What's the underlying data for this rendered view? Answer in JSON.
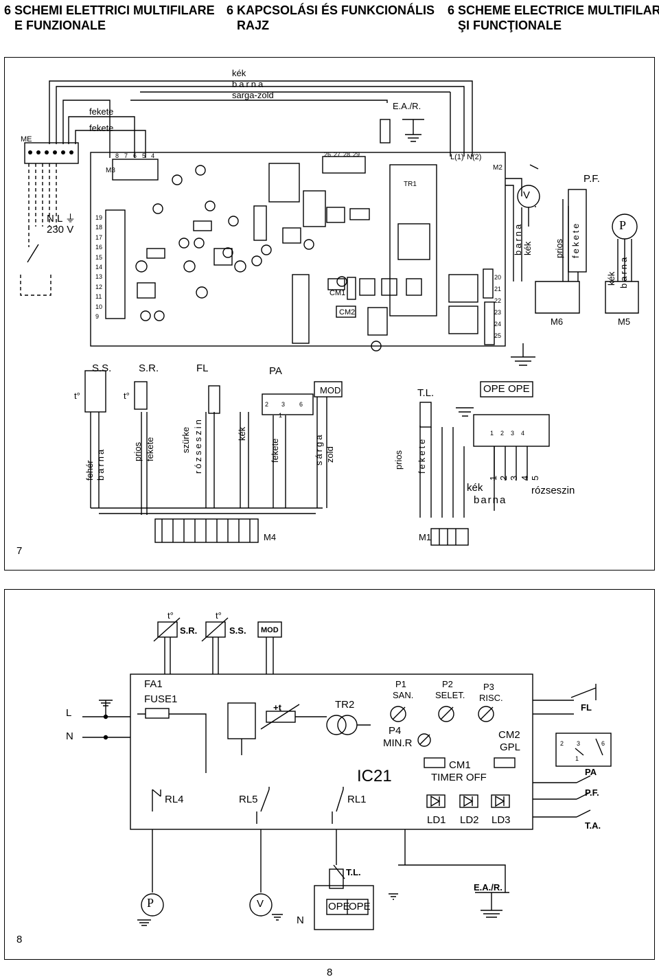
{
  "header": {
    "col1": "6 SCHEMI ELETTRICI MULTIFILARE\n   E FUNZIONALE",
    "col2": "6 KAPCSOLÁSI ÉS FUNKCIONÁLIS\n   RAJZ",
    "col3": "6 SCHEME ELECTRICE MULTIFILARE\n   ŞI FUNCŢIONALE"
  },
  "diagram7": {
    "number": "7",
    "wires_top": [
      "kék",
      "barna",
      "sarga-zold",
      "fekete",
      "fekete"
    ],
    "labels": {
      "me": "ME",
      "mains": "N  L  ⏚",
      "voltage": "230  V",
      "ea": "E.A./R.",
      "pf": "P.F.",
      "m6": "M6",
      "m5": "M5",
      "m4": "M4",
      "m1": "M1",
      "m2": "M2",
      "m3": "M3",
      "tr1": "TR1",
      "cm1": "CM1",
      "cm2": "CM2",
      "l1": "L(1)",
      "n2": "N(2)",
      "ss": "S.S.",
      "sr": "S.R.",
      "fl": "FL",
      "pa": "PA",
      "mod": "MOD",
      "tl": "T.L.",
      "ope1": "OPE",
      "ope2": "OPE",
      "t1": "t°",
      "t2": "t°",
      "v": "V",
      "p": "P"
    },
    "wire_labels_right": [
      "barna",
      "kék",
      "prios",
      "fekete",
      "kék",
      "barna"
    ],
    "wire_labels_bottom": [
      "fehér",
      "barna",
      "prios",
      "fekete",
      "szürke",
      "rózseszin",
      "kék",
      "fekete",
      "sárga",
      "zold",
      "prios",
      "fekete"
    ],
    "wire_labels_m1": [
      "kék",
      "barna",
      "rózseszin"
    ],
    "pins_m4": [
      "19",
      "18",
      "17",
      "16",
      "15",
      "14",
      "13",
      "12",
      "11",
      "10",
      "9"
    ],
    "pins_top": [
      "8",
      "7",
      "6",
      "5",
      "4"
    ],
    "pins_m1": [
      "26",
      "27",
      "28",
      "29"
    ],
    "pins_m5": [
      "20",
      "21",
      "22",
      "23",
      "24",
      "25"
    ],
    "connector_nums": [
      "1",
      "2",
      "3",
      "4",
      "5"
    ],
    "pa_nums": [
      "2",
      "3",
      "6",
      "1"
    ]
  },
  "diagram8": {
    "number": "8",
    "labels": {
      "t1": "t°",
      "t2": "t°",
      "sr": "S.R.",
      "ss": "S.S.",
      "mod": "MOD",
      "fa1": "FA1",
      "fuse1": "FUSE1",
      "tplus": "+t",
      "tr2": "TR2",
      "l": "L",
      "n": "N",
      "p1": "P1",
      "san": "SAN.",
      "p2": "P2",
      "selet": "SELET.",
      "p3": "P3",
      "risc": "RISC.",
      "p4": "P4",
      "minr": "MIN.R",
      "cm2": "CM2",
      "gpl": "GPL",
      "cm1": "CM1",
      "timer": "TIMER  OFF",
      "ic21": "IC21",
      "rl4": "RL4",
      "rl5": "RL5",
      "rl1": "RL1",
      "ld1": "LD1",
      "ld2": "LD2",
      "ld3": "LD3",
      "fl": "FL",
      "pa": "PA",
      "pf": "P.F.",
      "ta": "T.A.",
      "tl": "T.L.",
      "ea": "E.A./R.",
      "ope1": "OPE",
      "ope2": "OPE",
      "n2": "N",
      "p": "P",
      "v": "V",
      "pa_nums": [
        "2",
        "3",
        "6",
        "1"
      ]
    }
  },
  "footer": {
    "page": "8"
  }
}
